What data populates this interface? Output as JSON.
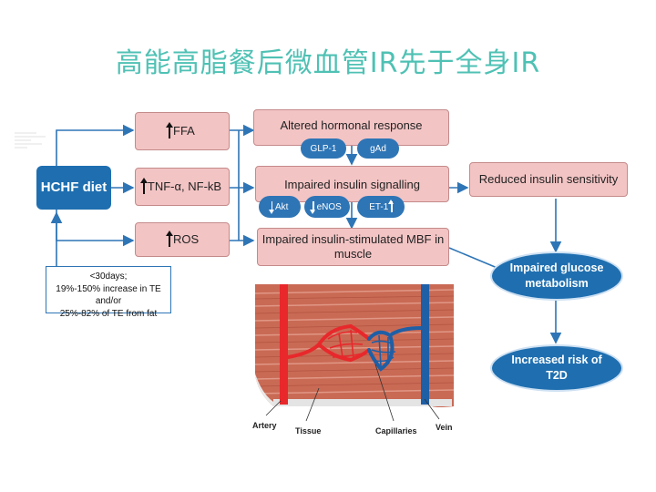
{
  "title": "高能高脂餐后微血管IR先于全身IR",
  "diet": {
    "label": "HCHF diet"
  },
  "note": {
    "line1": "<30days;",
    "line2": "19%-150% increase in TE and/or",
    "line3": "25%-82% of TE from fat"
  },
  "mediators": {
    "ffa": "FFA",
    "tnf": "TNF-α, NF-kB",
    "ros": "ROS"
  },
  "boxes": {
    "hormonal": "Altered hormonal response",
    "insulin_signal": "Impaired insulin signalling",
    "mbf": "Impaired insulin-stimulated MBF in muscle",
    "sensitivity": "Reduced insulin sensitivity"
  },
  "pills": {
    "glp1": "GLP-1",
    "gad": "gAd",
    "akt": "Akt",
    "enos": "eNOS",
    "et1": "ET-1"
  },
  "ovals": {
    "glucose": "Impaired glucose metabolism",
    "t2d": "Increased risk of T2D"
  },
  "illustration": {
    "artery": "Artery",
    "tissue": "Tissue",
    "capillaries": "Capillaries",
    "vein": "Vein"
  },
  "colors": {
    "title": "#4fc1b4",
    "box_fill": "#f3c4c4",
    "primary_blue": "#1f6fb0",
    "artery": "#e8282b",
    "vein": "#1f5fa6"
  }
}
